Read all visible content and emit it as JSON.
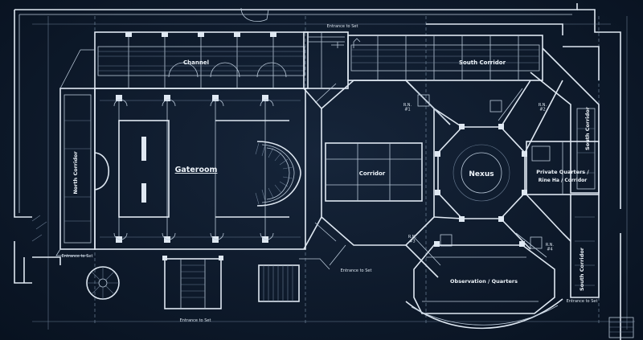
{
  "labels": {
    "channel": "Channel",
    "gateroom": "Gateroom",
    "corridor": "Corridor",
    "nexus": "Nexus",
    "south_corridor_top": "South Corridor",
    "south_corridor_right": "South Corridor",
    "south_corridor_lower": "South Corridor",
    "north_corridor": "North Corridor",
    "private_quarters_1": "Private Quarters /",
    "private_quarters_2": "Rine Ha / Corridor",
    "observation": "Observation / Quarters",
    "entrance_top": "Entrance to Set",
    "entrance_left": "Entrance to Set",
    "entrance_bottom": "Entrance to Set",
    "entrance_mid": "Entrance to Set",
    "entrance_right": "Entrance to Set",
    "rn1": "R.N.\n#1",
    "rn2": "R.N.\n#2",
    "rn3": "R.N.\n#3",
    "rn4": "R.N.\n#4"
  },
  "colors": {
    "background": "#0d1726",
    "line": "#dfe8f2"
  }
}
